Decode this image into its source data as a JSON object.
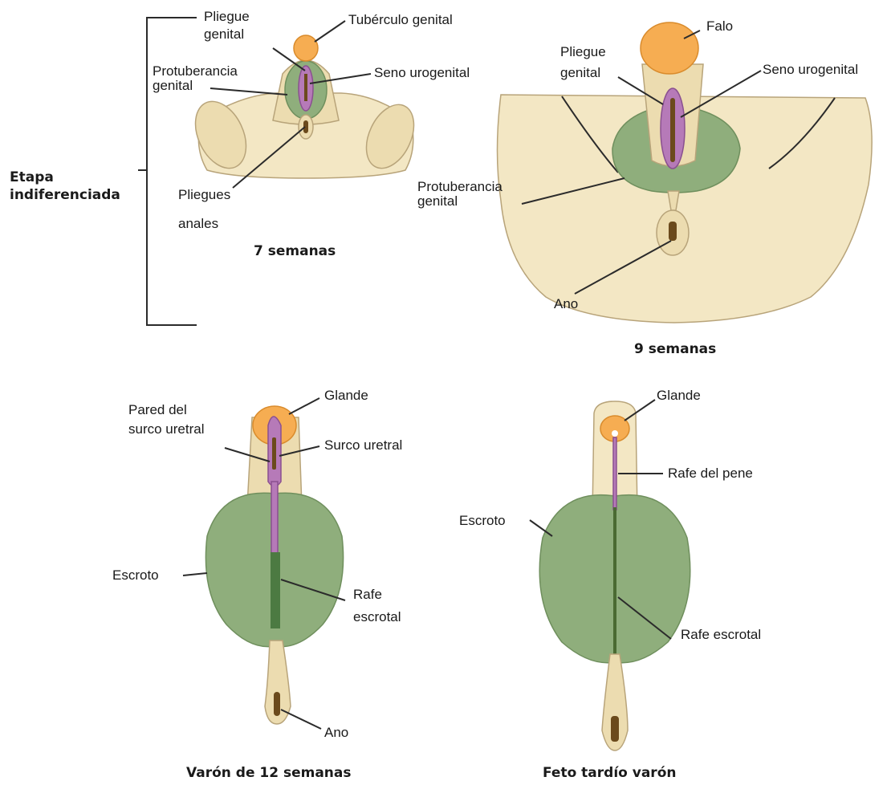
{
  "panels": {
    "indifferent": {
      "stage_label_line1": "Etapa",
      "stage_label_line2": "indiferenciada",
      "caption": "7 semanas",
      "labels": {
        "pliegue_genital_1": "Pliegue",
        "pliegue_genital_2": "genital",
        "tuberculo_genital": "Tubérculo genital",
        "protuberancia_1": "Protuberancia",
        "protuberancia_2": "genital",
        "seno_urogenital": "Seno urogenital",
        "pliegues_anales_1": "Pliegues",
        "pliegues_anales_2": "anales"
      }
    },
    "week9": {
      "caption": "9 semanas",
      "labels": {
        "falo": "Falo",
        "pliegue_genital_1": "Pliegue",
        "pliegue_genital_2": "genital",
        "seno_urogenital": "Seno urogenital",
        "protuberancia_1": "Protuberancia",
        "protuberancia_2": "genital",
        "ano": "Ano"
      }
    },
    "male12": {
      "caption": "Varón de 12 semanas",
      "labels": {
        "pared_1": "Pared del",
        "pared_2": "surco uretral",
        "glande": "Glande",
        "surco_uretral": "Surco uretral",
        "escroto": "Escroto",
        "rafe_1": "Rafe",
        "rafe_2": "escrotal",
        "ano": "Ano"
      }
    },
    "late_fetus": {
      "caption": "Feto tardío varón",
      "labels": {
        "glande": "Glande",
        "rafe_pene": "Rafe del pene",
        "escroto": "Escroto",
        "rafe_escrotal": "Rafe escrotal"
      }
    }
  },
  "colors": {
    "skin": "#f3e7c4",
    "glans": "#f6ad52",
    "genital_swelling": "#8fae7c",
    "urethral_fold": "#b67ab8"
  }
}
